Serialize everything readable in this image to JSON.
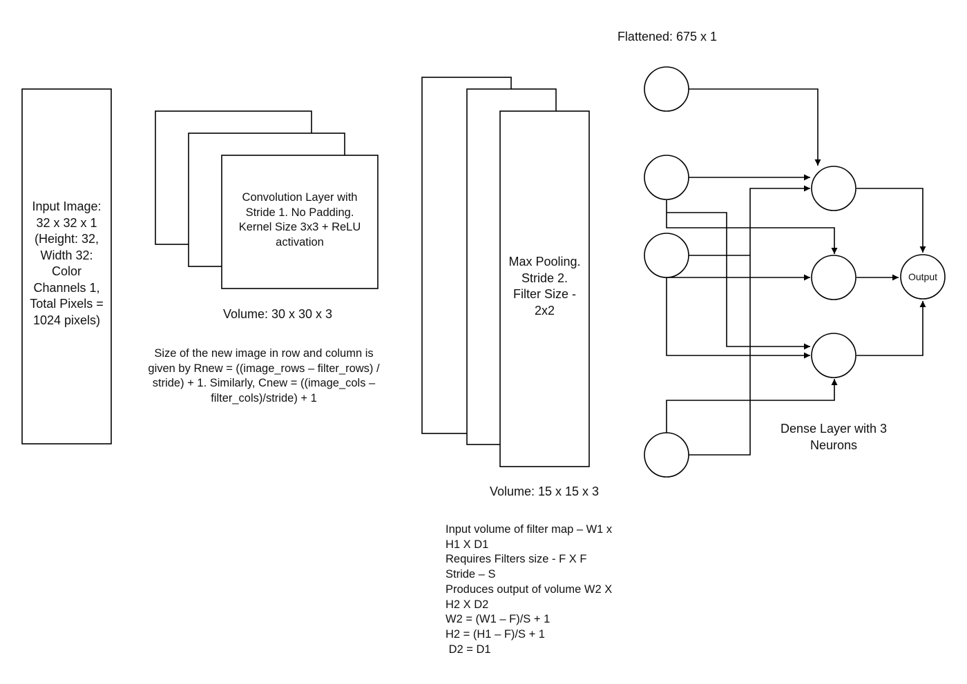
{
  "input": {
    "lines": [
      "Input Image:",
      "32 x 32 x 1",
      "(Height: 32,",
      "Width 32:",
      "Color",
      "Channels 1,",
      "Total Pixels =",
      "1024 pixels)"
    ]
  },
  "conv": {
    "lines": [
      "Convolution Layer  with",
      "Stride 1. No Padding.",
      "Kernel Size 3x3 + ReLU",
      "activation"
    ],
    "volume": "Volume: 30 x 30 x 3",
    "formula_lines": [
      "Size of the new image in row and column is",
      "given by Rnew = ((image_rows – filter_rows) /",
      "stride) + 1. Similarly, Cnew = ((image_cols –",
      "filter_cols)/stride) + 1"
    ]
  },
  "pool": {
    "lines": [
      "Max Pooling.",
      "Stride 2.",
      "Filter Size -",
      "2x2"
    ],
    "volume": "Volume: 15 x 15 x 3",
    "formula_lines": [
      "Input volume of filter map – W1 x",
      "H1 X D1",
      "Requires Filters size - F X F",
      "Stride – S",
      "Produces output of volume W2 X",
      "H2 X D2",
      "W2 = (W1 – F)/S + 1",
      "H2 = (H1 – F)/S + 1",
      " D2 = D1"
    ]
  },
  "flattened": {
    "label": "Flattened: 675 x 1"
  },
  "dense": {
    "lines": [
      "Dense Layer with 3",
      "Neurons"
    ],
    "output_label": "Output"
  }
}
